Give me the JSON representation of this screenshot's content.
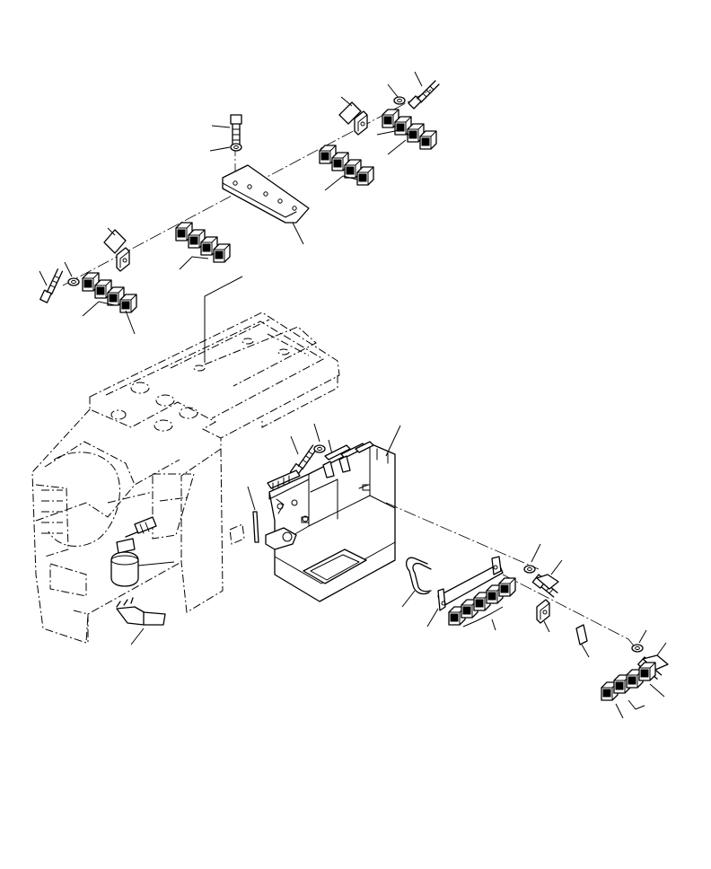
{
  "diagram": {
    "kind": "exploded parts drawing",
    "colors": {
      "line": "#000000",
      "background": "#ffffff"
    },
    "groups": [
      {
        "id": "upper-relay-group",
        "icon": "relay-block-icon"
      },
      {
        "id": "electrical-box-group",
        "icon": "bracket-box-icon"
      },
      {
        "id": "lower-relay-group",
        "icon": "relay-block-icon"
      },
      {
        "id": "frame",
        "icon": "machine-frame-icon"
      }
    ]
  }
}
